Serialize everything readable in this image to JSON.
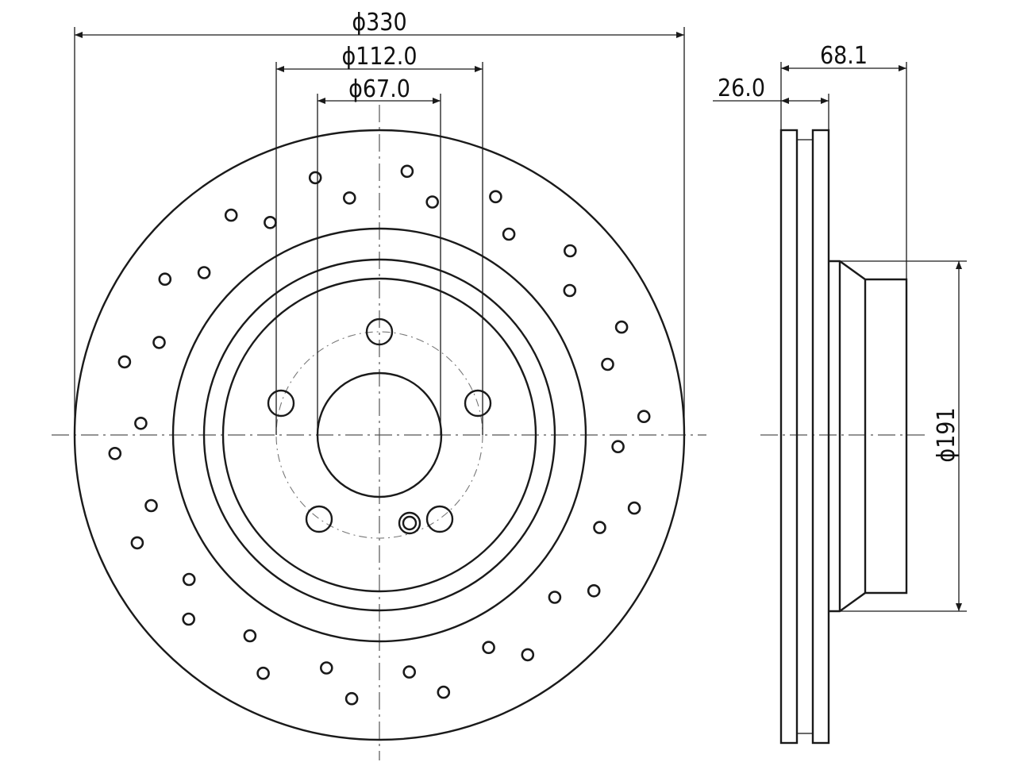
{
  "dimensions": {
    "outer_diameter": "ϕ330",
    "bolt_circle": "ϕ112.0",
    "center_bore": "ϕ67.0",
    "total_thickness": "68.1",
    "disc_thickness": "26.0",
    "hat_diameter": "ϕ191"
  },
  "colors": {
    "line": "#1a1a1a",
    "background": "#ffffff"
  }
}
